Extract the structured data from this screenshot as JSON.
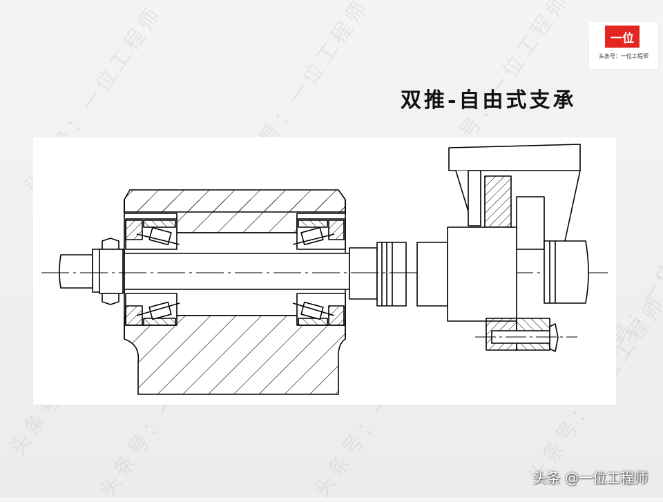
{
  "watermark_text": "头条号：一位工程师",
  "logo": {
    "mark": "一位",
    "subtitle": "头条号：一位工程师",
    "color": "#e32620"
  },
  "title": "双推-自由式支承",
  "credit": "头条 @一位工程师",
  "drawing": {
    "background": "#ffffff",
    "line_color": "#000000"
  }
}
